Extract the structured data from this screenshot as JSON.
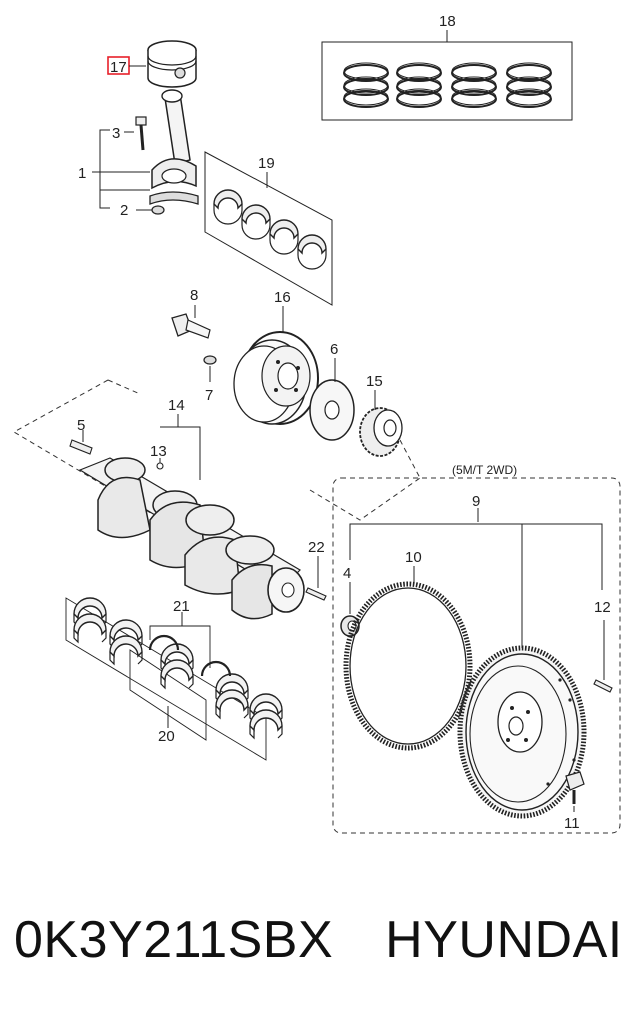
{
  "diagram": {
    "callouts": {
      "c1": "1",
      "c2": "2",
      "c3": "3",
      "c4": "4",
      "c5": "5",
      "c6": "6",
      "c7": "7",
      "c8": "8",
      "c9": "9",
      "c10": "10",
      "c11": "11",
      "c12": "12",
      "c13": "13",
      "c14": "14",
      "c15": "15",
      "c16": "16",
      "c17": "17",
      "c18": "18",
      "c19": "19",
      "c20": "20",
      "c21": "21",
      "c22": "22"
    },
    "note": "(5M/T 2WD)",
    "highlight_color": "#e8202a"
  },
  "caption": {
    "part_number": "0K3Y211SBX",
    "brand": "HYUNDAI"
  }
}
